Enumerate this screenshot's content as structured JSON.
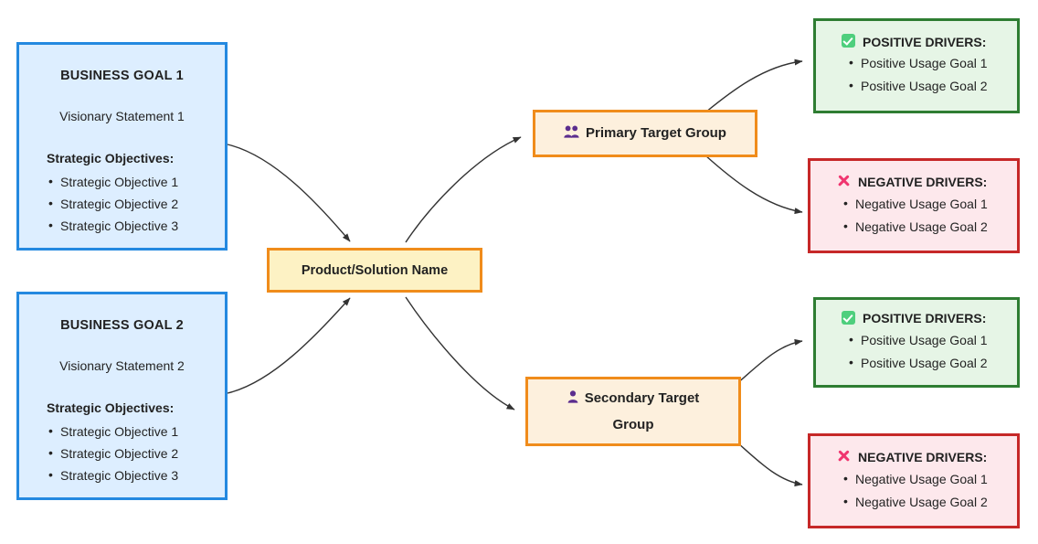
{
  "diagram": {
    "background_color": "#ffffff",
    "edge_color": "#333333"
  },
  "business_goals": [
    {
      "title": "BUSINESS GOAL 1",
      "vision": "Visionary Statement 1",
      "objectives_heading": "Strategic Objectives:",
      "objectives": [
        "Strategic Objective 1",
        "Strategic Objective 2",
        "Strategic Objective 3"
      ],
      "border_color": "#2489e0",
      "fill_color": "#ddeeff"
    },
    {
      "title": "BUSINESS GOAL 2",
      "vision": "Visionary Statement 2",
      "objectives_heading": "Strategic Objectives:",
      "objectives": [
        "Strategic Objective 1",
        "Strategic Objective 2",
        "Strategic Objective 3"
      ],
      "border_color": "#2489e0",
      "fill_color": "#ddeeff"
    }
  ],
  "product": {
    "label": "Product/Solution Name",
    "border_color": "#f08c1b",
    "fill_color": "#fdf2c4"
  },
  "target_groups": [
    {
      "label": "Primary Target Group",
      "icon": "busts-in-silhouette-icon",
      "icon_glyph": "👥",
      "border_color": "#f08c1b",
      "fill_color": "#fdf0dd"
    },
    {
      "label": "Secondary Target Group",
      "label_line1": "Secondary Target",
      "label_line2": "Group",
      "icon": "bust-in-silhouette-icon",
      "icon_glyph": "👤",
      "border_color": "#f08c1b",
      "fill_color": "#fdf0dd"
    }
  ],
  "drivers": [
    {
      "group": "primary",
      "type": "positive",
      "heading": "POSITIVE DRIVERS:",
      "icon": "check-mark-button-icon",
      "items": [
        "Positive Usage Goal 1",
        "Positive Usage Goal 2"
      ],
      "border_color": "#2e7d32",
      "fill_color": "#e6f5e6",
      "accent_color": "#4ecf7d"
    },
    {
      "group": "primary",
      "type": "negative",
      "heading": "NEGATIVE DRIVERS:",
      "icon": "cross-mark-icon",
      "items": [
        "Negative Usage Goal 1",
        "Negative Usage Goal 2"
      ],
      "border_color": "#c62828",
      "fill_color": "#fde8ec",
      "accent_color": "#f0356f"
    },
    {
      "group": "secondary",
      "type": "positive",
      "heading": "POSITIVE DRIVERS:",
      "icon": "check-mark-button-icon",
      "items": [
        "Positive Usage Goal 1",
        "Positive Usage Goal 2"
      ],
      "border_color": "#2e7d32",
      "fill_color": "#e6f5e6",
      "accent_color": "#4ecf7d"
    },
    {
      "group": "secondary",
      "type": "negative",
      "heading": "NEGATIVE DRIVERS:",
      "icon": "cross-mark-icon",
      "items": [
        "Negative Usage Goal 1",
        "Negative Usage Goal 2"
      ],
      "border_color": "#c62828",
      "fill_color": "#fde8ec",
      "accent_color": "#f0356f"
    }
  ]
}
